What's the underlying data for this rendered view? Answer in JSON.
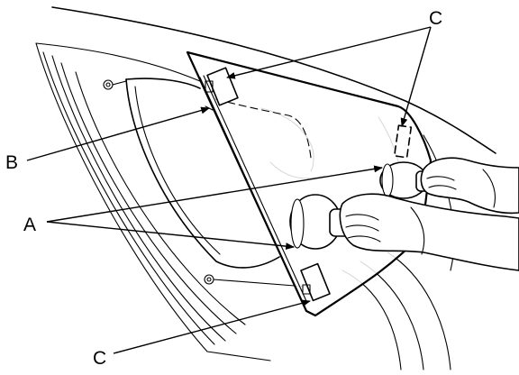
{
  "labels": {
    "a": "A",
    "b": "B",
    "c_top": "C",
    "c_bottom": "C"
  },
  "colors": {
    "ink": "#000000",
    "background": "#ffffff"
  }
}
